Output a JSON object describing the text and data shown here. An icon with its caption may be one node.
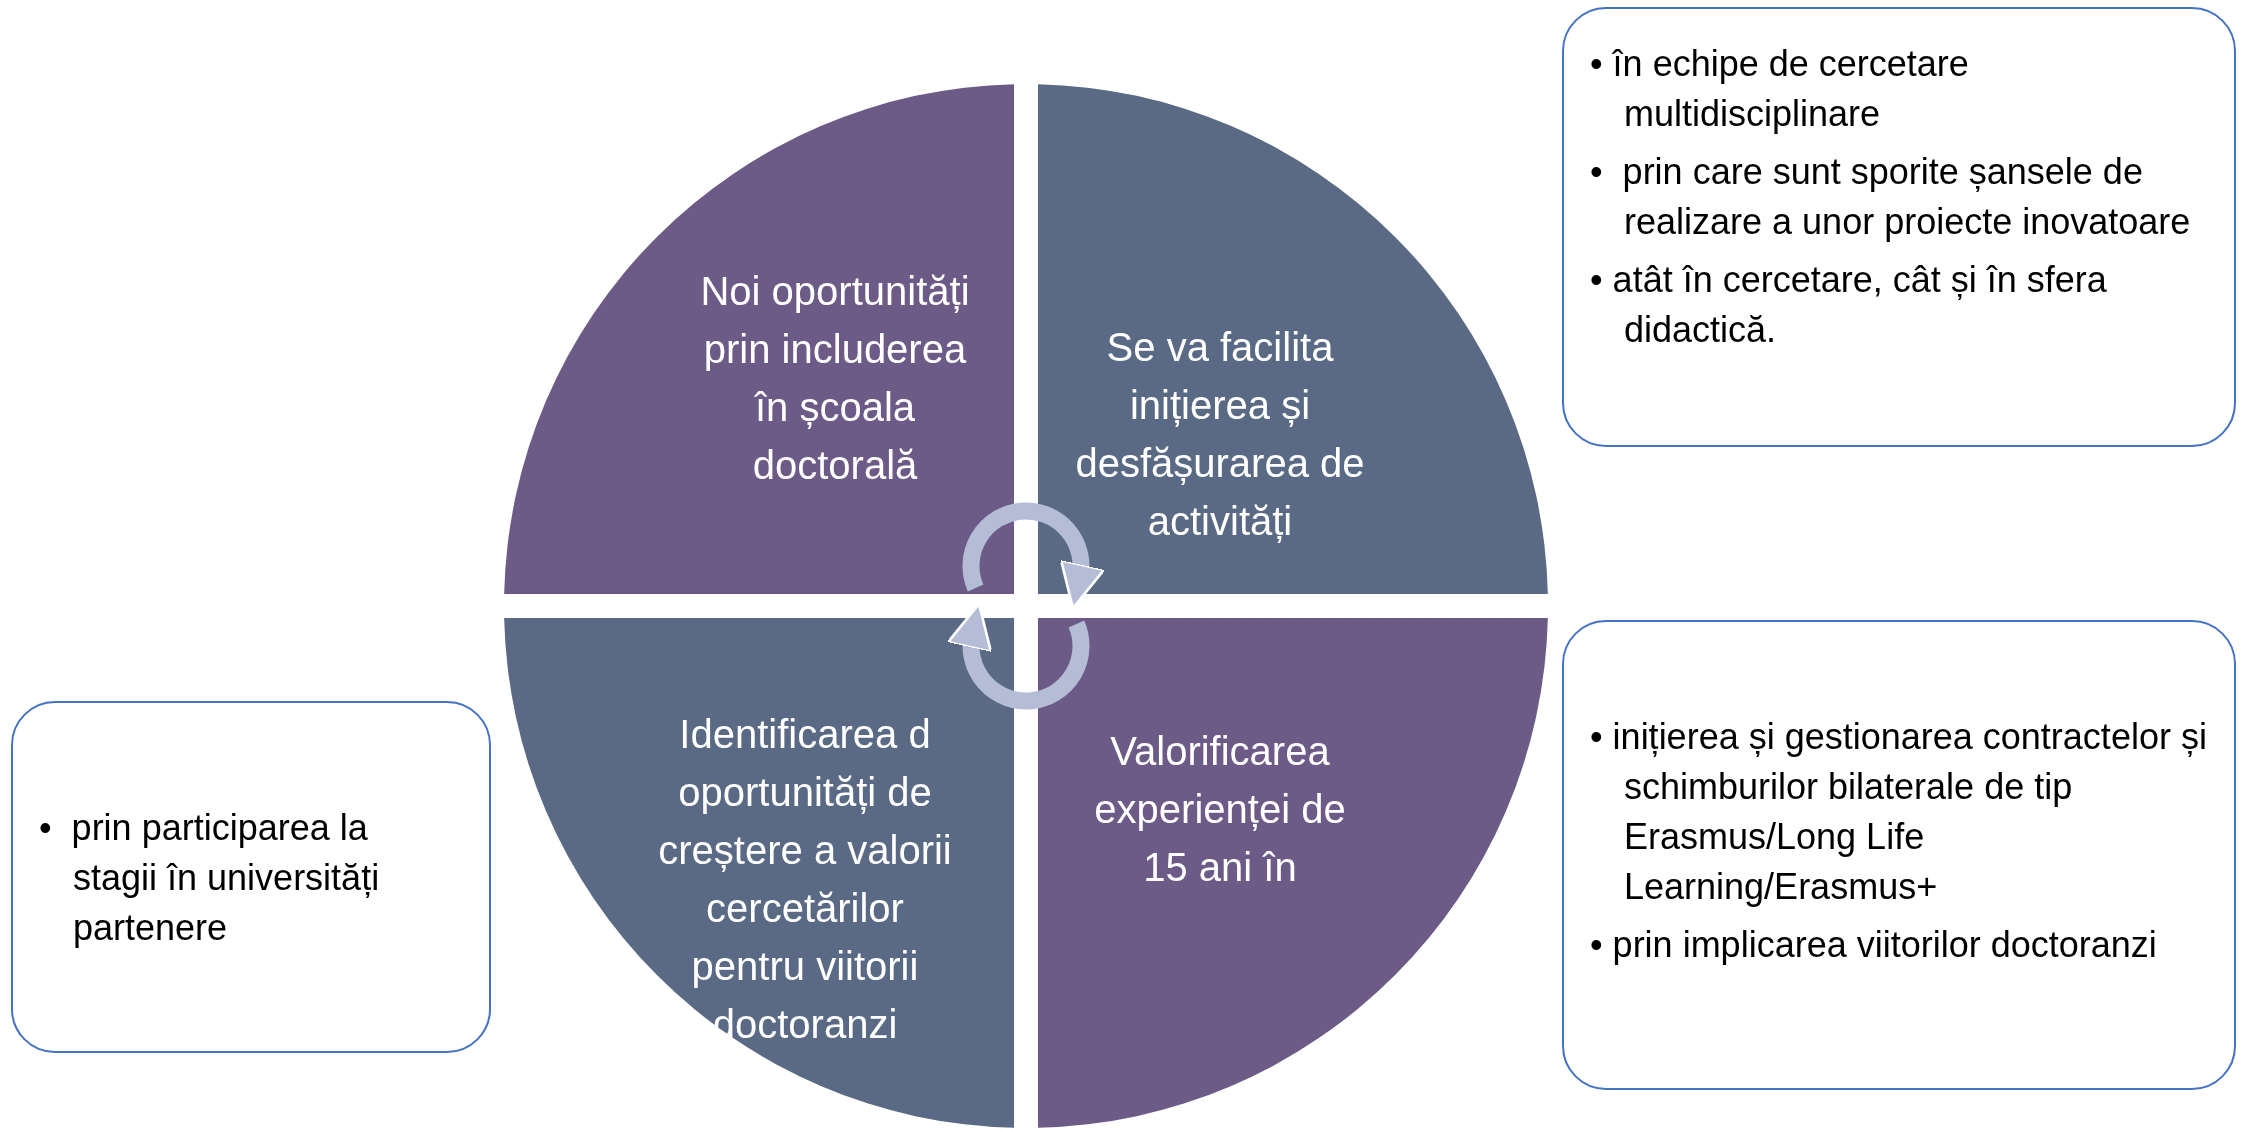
{
  "diagram": {
    "nodes": [
      {
        "text": [
          "Noi oportunități prin includerea în școala doctorală"
        ]
      },
      {
        "text": [
          "Se va facilita inițierea și desfășurarea de activități"
        ]
      },
      {
        "text": [
          "Valorificarea experienței de 15 ani în"
        ]
      },
      {
        "text": [
          "Identificarea d oportunități de creștere a valorii cercetărilor pentru viitorii doctoranzi"
        ]
      },
      {
        "text": [
          "• în echipe de cercetare multidisciplinare",
          "•  prin care sunt sporite șansele de realizare a unor proiecte inovatoare",
          "• atât în cercetare, cât și în sfera didactică."
        ]
      },
      {
        "text": [
          "• inițierea și gestionarea contractelor și schimburilor bilaterale de tip Erasmus/Long Life Learning/Erasmus+",
          "• prin implicarea viitorilor doctoranzi"
        ]
      },
      {
        "text": [
          "•  prin participarea la stagii în universități partenere"
        ]
      }
    ],
    "edges": [
      {
        "from": 0,
        "to": 1,
        "arrow": "to"
      },
      {
        "from": 2,
        "to": 3,
        "arrow": "to"
      }
    ]
  }
}
